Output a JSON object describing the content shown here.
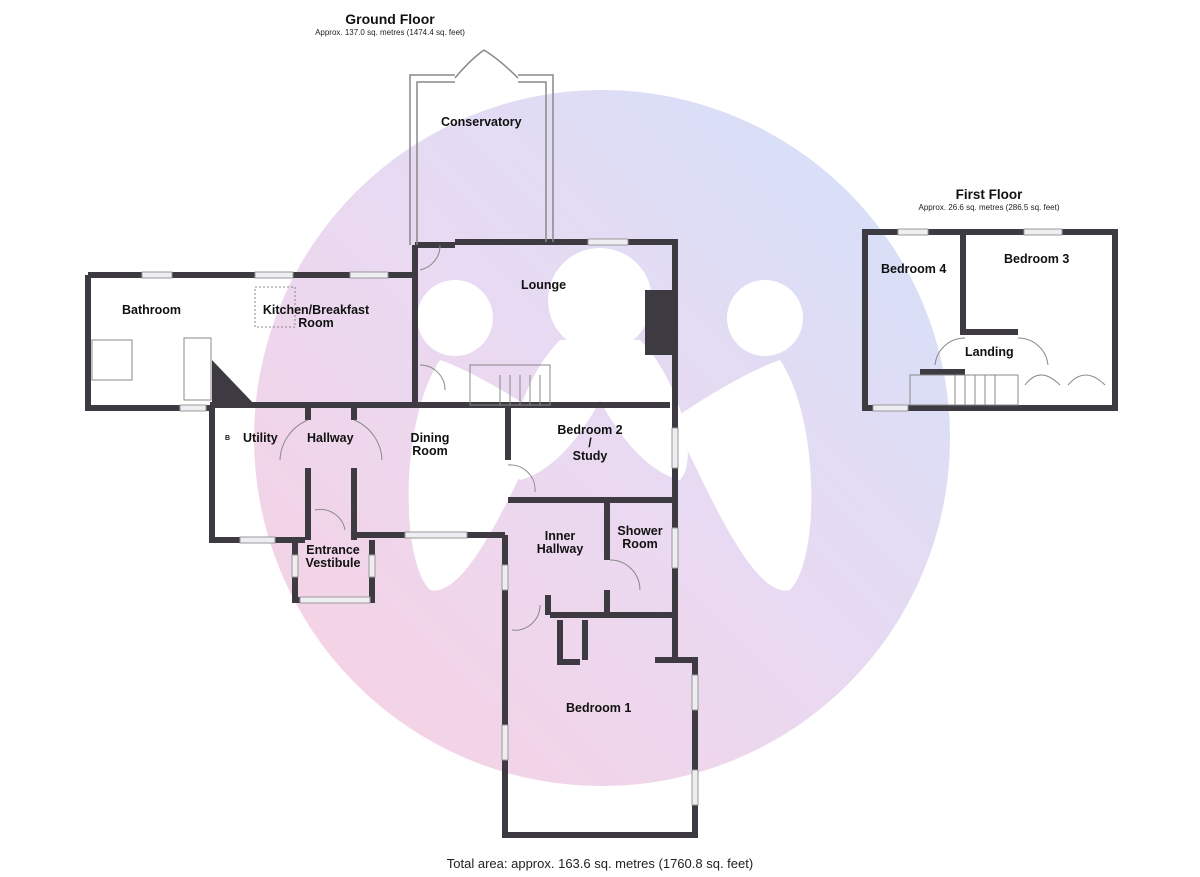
{
  "ground_floor": {
    "title": "Ground Floor",
    "area": "Approx. 137.0 sq. metres (1474.4 sq. feet)",
    "rooms": {
      "conservatory": "Conservatory",
      "lounge": "Lounge",
      "bathroom": "Bathroom",
      "kitchen_l1": "Kitchen/Breakfast",
      "kitchen_l2": "Room",
      "utility": "Utility",
      "hallway": "Hallway",
      "dining_l1": "Dining",
      "dining_l2": "Room",
      "bedroom2_l1": "Bedroom 2",
      "bedroom2_l2": "/",
      "bedroom2_l3": "Study",
      "inner_hallway_l1": "Inner",
      "inner_hallway_l2": "Hallway",
      "shower_l1": "Shower",
      "shower_l2": "Room",
      "entrance_l1": "Entrance",
      "entrance_l2": "Vestibule",
      "bedroom1": "Bedroom 1"
    },
    "appliance_label": "B"
  },
  "first_floor": {
    "title": "First Floor",
    "area": "Approx. 26.6 sq. metres (286.5 sq. feet)",
    "rooms": {
      "bedroom4": "Bedroom 4",
      "bedroom3": "Bedroom 3",
      "landing": "Landing"
    }
  },
  "total_area": "Total area: approx. 163.6 sq. metres (1760.8 sq. feet)",
  "colors": {
    "wall": "#3d3a42",
    "watermark_pink": "#f2c6de",
    "watermark_blue": "#c8d8f5",
    "window": "#e8e8ec"
  }
}
